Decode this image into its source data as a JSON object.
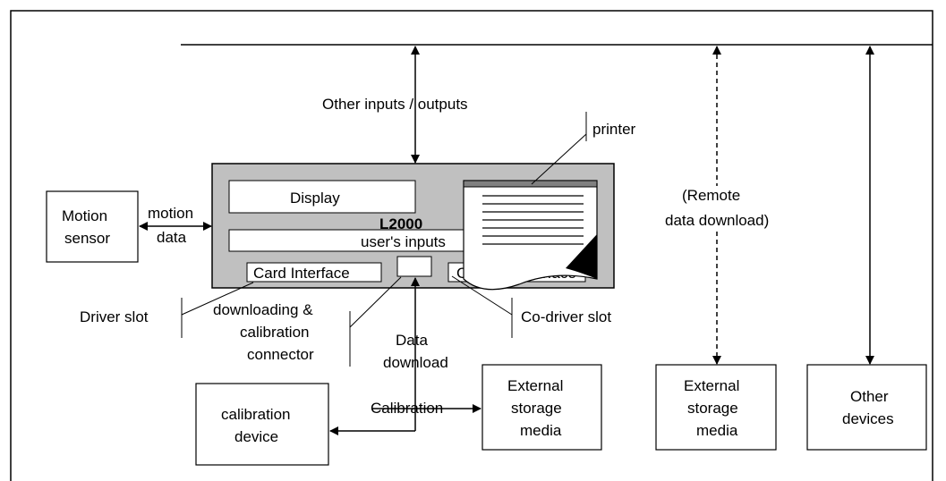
{
  "labels": {
    "other_io": "Other inputs / outputs",
    "printer": "printer",
    "display": "Display",
    "unit_name": "L2000",
    "users_inputs": "user's inputs",
    "card_interface_left": "Card Interface",
    "card_interface_right_a": "C",
    "card_interface_right_b": "rface",
    "motion_sensor_1": "Motion",
    "motion_sensor_2": "sensor",
    "motion_data_1": "motion",
    "motion_data_2": "data",
    "driver_slot": "Driver slot",
    "codriver_slot": "Co-driver slot",
    "connector_1": "downloading &",
    "connector_2": "calibration",
    "connector_3": "connector",
    "data_download_1": "Data",
    "data_download_2": "download",
    "calibration": "Calibration",
    "calib_device_1": "calibration",
    "calib_device_2": "device",
    "ext_storage_1": "External",
    "ext_storage_2": "storage",
    "ext_storage_3": "media",
    "remote_1": "(Remote",
    "remote_2": "data download)",
    "other_devices_1": "Other",
    "other_devices_2": "devices"
  },
  "colors": {
    "unit_fill": "#c0c0c0",
    "printer_bar": "#808080",
    "line": "#000000",
    "background": "#ffffff"
  }
}
